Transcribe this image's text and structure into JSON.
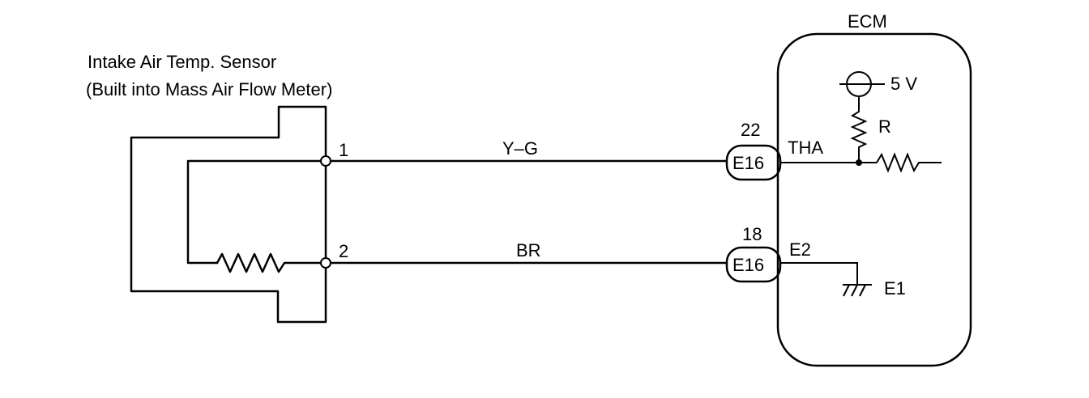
{
  "sensor": {
    "title_line1": "Intake Air Temp. Sensor",
    "title_line2": "(Built into Mass Air Flow Meter)",
    "pin1": "1",
    "pin2": "2"
  },
  "wires": {
    "top_color": "Y–G",
    "bottom_color": "BR"
  },
  "connectors": {
    "top_number": "22",
    "top_name": "E16",
    "bottom_number": "18",
    "bottom_name": "E16"
  },
  "ecm": {
    "title": "ECM",
    "supply": "5 V",
    "resistor": "R",
    "signal": "THA",
    "ground_terminal": "E2",
    "ground_name": "E1"
  }
}
